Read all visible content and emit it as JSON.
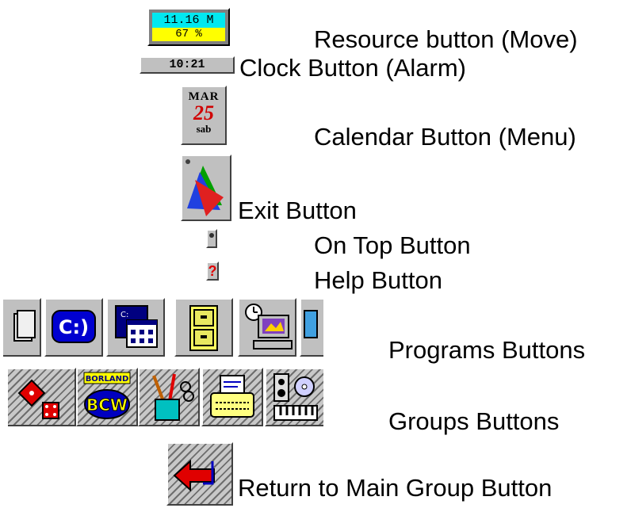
{
  "labels": {
    "resource": "Resource button (Move)",
    "clock": "Clock Button (Alarm)",
    "calendar": "Calendar Button (Menu)",
    "exit": "Exit Button",
    "on_top": "On Top Button",
    "help": "Help Button",
    "programs": "Programs Buttons",
    "groups": "Groups Buttons",
    "return_main": "Return to Main Group Button"
  },
  "resource_button": {
    "memory": "11.16 M",
    "percent": "67 %",
    "top_color": "#00e8f0",
    "bottom_color": "#ffff00"
  },
  "clock_button": {
    "time": "10:21"
  },
  "calendar_button": {
    "month": "MAR",
    "day": "25",
    "weekday": "sab"
  },
  "help_button": {
    "glyph": "?"
  },
  "programs_buttons": [
    {
      "icon": "partial-folder-icon"
    },
    {
      "icon": "c-drive-dos-icon",
      "text": "C:"
    },
    {
      "icon": "program-manager-window-icon",
      "text": "C:"
    },
    {
      "icon": "file-cabinet-icon"
    },
    {
      "icon": "clock-computer-icon"
    },
    {
      "icon": "partial-program-icon"
    }
  ],
  "groups_buttons": [
    {
      "icon": "dice-games-icon"
    },
    {
      "icon": "borland-bcw-icon",
      "text_top": "BORLAND",
      "text_bottom": "BCW"
    },
    {
      "icon": "paint-tools-icon"
    },
    {
      "icon": "typewriter-icon"
    },
    {
      "icon": "multimedia-speaker-keyboard-icon"
    }
  ]
}
